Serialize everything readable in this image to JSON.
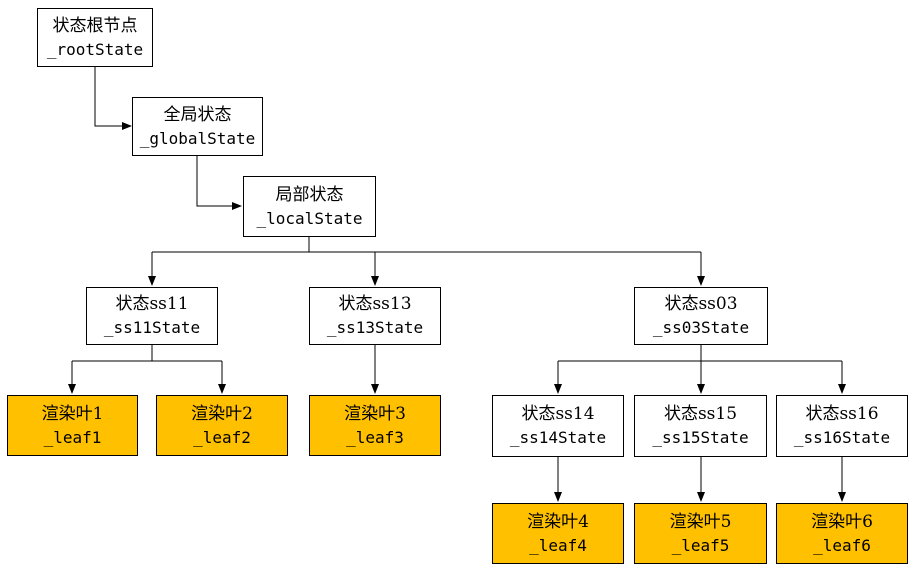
{
  "nodes": {
    "root": {
      "title": "状态根节点",
      "code": "_rootState"
    },
    "global": {
      "title": "全局状态",
      "code": "_globalState"
    },
    "local": {
      "title": "局部状态",
      "code": "_localState"
    },
    "ss11": {
      "title": "状态ss11",
      "code": "_ss11State"
    },
    "ss13": {
      "title": "状态ss13",
      "code": "_ss13State"
    },
    "ss03": {
      "title": "状态ss03",
      "code": "_ss03State"
    },
    "leaf1": {
      "title": "渲染叶1",
      "code": "_leaf1"
    },
    "leaf2": {
      "title": "渲染叶2",
      "code": "_leaf2"
    },
    "leaf3": {
      "title": "渲染叶3",
      "code": "_leaf3"
    },
    "ss14": {
      "title": "状态ss14",
      "code": "_ss14State"
    },
    "ss15": {
      "title": "状态ss15",
      "code": "_ss15State"
    },
    "ss16": {
      "title": "状态ss16",
      "code": "_ss16State"
    },
    "leaf4": {
      "title": "渲染叶4",
      "code": "_leaf4"
    },
    "leaf5": {
      "title": "渲染叶5",
      "code": "_leaf5"
    },
    "leaf6": {
      "title": "渲染叶6",
      "code": "_leaf6"
    }
  },
  "colors": {
    "leaf_fill": "#ffc000",
    "state_fill": "#ffffff",
    "line": "#000000"
  }
}
